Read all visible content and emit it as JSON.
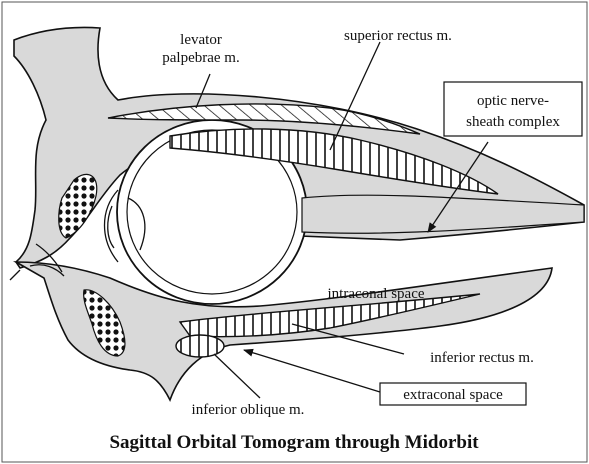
{
  "figure": {
    "labels": {
      "levator": "levator",
      "palpebrae": "palpebrae m.",
      "superior_rectus": "superior rectus m.",
      "optic_line1": "optic nerve-",
      "optic_line2": "sheath complex",
      "intraconal": "intraconal space",
      "inferior_rectus": "inferior rectus m.",
      "extraconal": "extraconal space",
      "inferior_oblique": "inferior oblique m."
    },
    "caption": "Sagittal Orbital Tomogram through Midorbit"
  }
}
